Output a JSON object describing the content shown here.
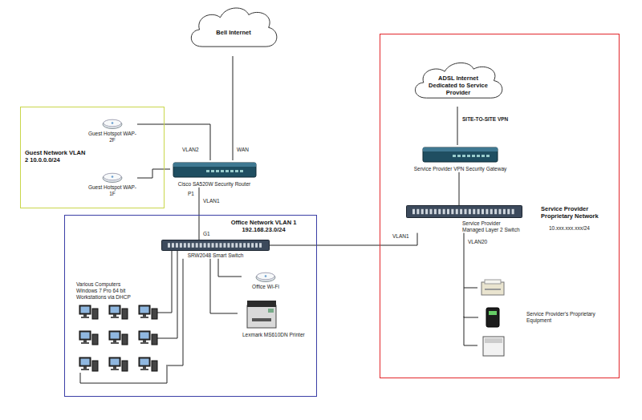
{
  "diagram": {
    "nodes": [
      {
        "text": [
          "Bell Internet"
        ]
      },
      {
        "text": [
          "Guest Network VLAN 2 10.0.0.0/24"
        ]
      },
      {
        "text": [
          "Guest Hotspot WAP-2F"
        ],
        "in": 1
      },
      {
        "text": [
          "Guest Hotspot WAP-1F"
        ],
        "in": 1
      },
      {
        "text": [
          "Cisco SA520W Security Router"
        ]
      },
      {
        "text": [
          "Office Network VLAN 1 192.168.23.0/24"
        ]
      },
      {
        "text": [
          "SRW2048 Smart Switch"
        ],
        "in": 5
      },
      {
        "text": [
          "Office Wi-Fi"
        ],
        "in": 5
      },
      {
        "text": [
          "Lexmark MS610DN Printer"
        ],
        "in": 5
      },
      {
        "text": [
          "Various Computers Windows 7 Pro 64 bit Workstations via DHCP"
        ],
        "in": 5
      },
      {
        "text": [
          "Service Provider Proprietary Network",
          "10.xxx.xxx.xxx/24"
        ]
      },
      {
        "text": [
          "ADSL Internet Dedicated to Service Provider"
        ],
        "in": 10
      },
      {
        "text": [
          "Service Provider VPN Security Gateway"
        ],
        "in": 10
      },
      {
        "text": [
          "Service Provider Managed Layer 2 Switch"
        ],
        "in": 10
      },
      {
        "text": [
          "Service Provider's Proprietary Equipment"
        ],
        "in": 10
      }
    ],
    "edges": [
      {
        "from": 0,
        "to": 4,
        "arrow": "none"
      },
      {
        "from": 2,
        "to": 4,
        "arrow": "none"
      },
      {
        "from": 3,
        "to": 4,
        "arrow": "none"
      },
      {
        "from": 4,
        "to": 6,
        "arrow": "none"
      },
      {
        "from": 6,
        "to": 7,
        "arrow": "none"
      },
      {
        "from": 6,
        "to": 8,
        "arrow": "none"
      },
      {
        "from": 6,
        "to": 9,
        "arrow": "none"
      },
      {
        "from": 6,
        "to": 13,
        "arrow": "none"
      },
      {
        "from": 11,
        "to": 12,
        "label": "SITE-TO-SITE VPN",
        "arrow": "none"
      },
      {
        "from": 12,
        "to": 13,
        "arrow": "none"
      },
      {
        "from": 13,
        "to": 14,
        "arrow": "none"
      }
    ],
    "labels": [
      "VLAN2",
      "WAN",
      "P1",
      "VLAN1",
      "G1",
      "VLAN1",
      "VLAN20"
    ]
  }
}
